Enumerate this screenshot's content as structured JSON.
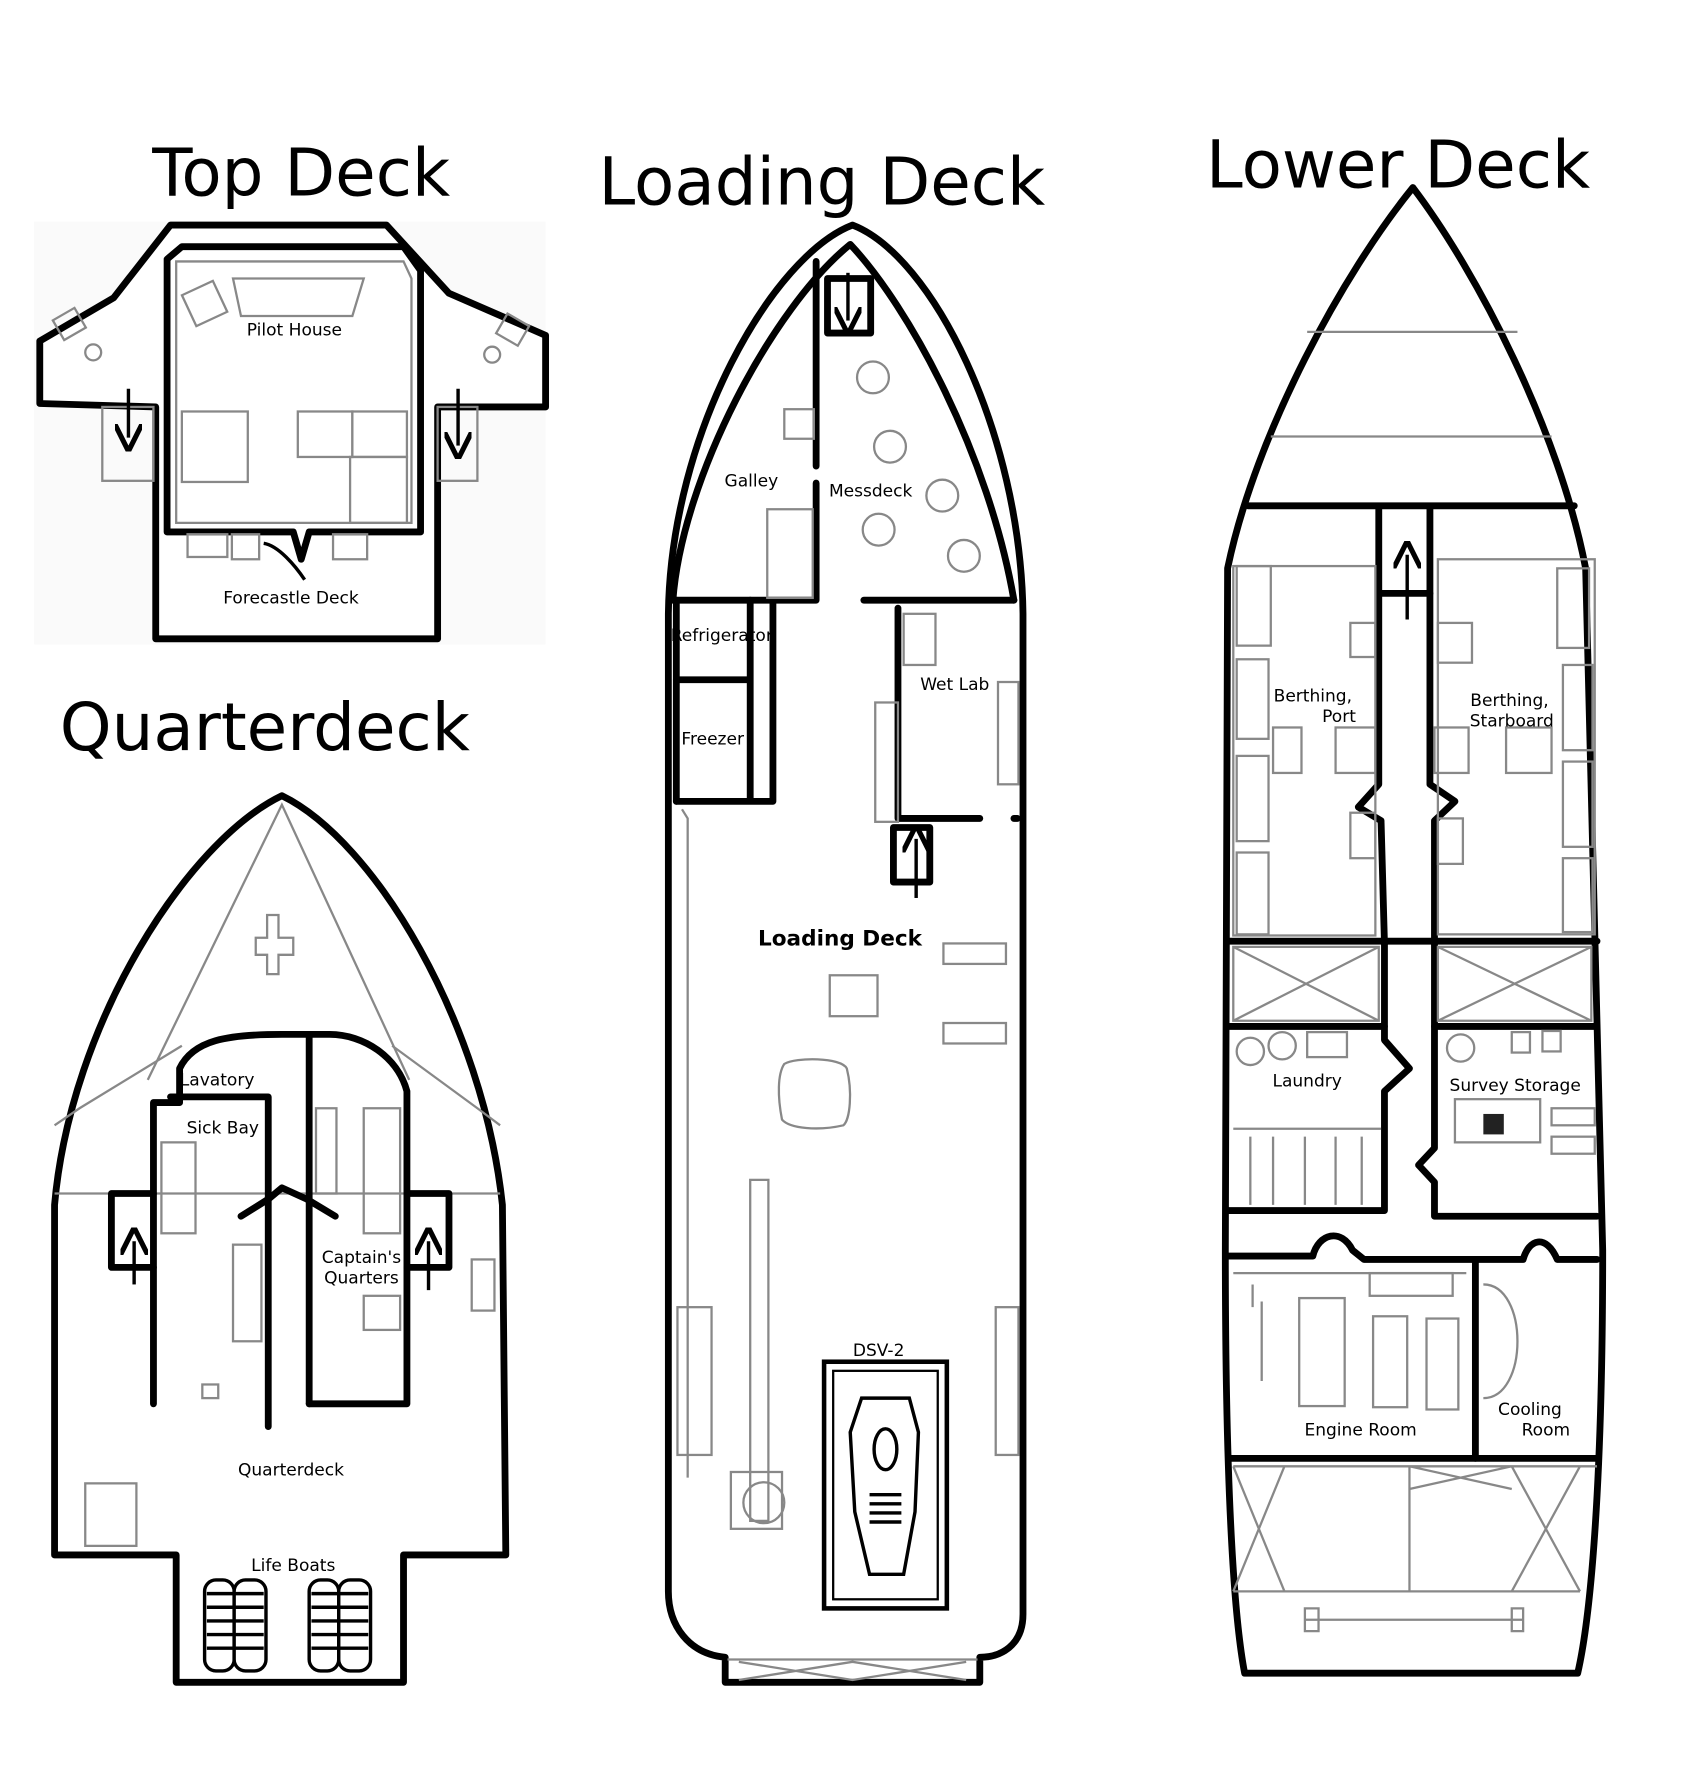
{
  "titles": {
    "top_deck": "Top Deck",
    "loading_deck": "Loading Deck",
    "lower_deck": "Lower Deck",
    "quarterdeck": "Quarterdeck"
  },
  "top_deck": {
    "rooms": [
      "Pilot House",
      "Forecastle Deck"
    ]
  },
  "quarterdeck": {
    "rooms": [
      "Lavatory",
      "Sick Bay",
      "Captain's",
      "Quarters",
      "Quarterdeck",
      "Life Boats"
    ]
  },
  "loading_deck": {
    "rooms": [
      "Galley",
      "Messdeck",
      "Refrigerator",
      "Freezer",
      "Wet Lab",
      "Loading Deck",
      "DSV-2"
    ]
  },
  "lower_deck": {
    "rooms": [
      "Berthing,",
      "Port",
      "Berthing,",
      "Starboard",
      "Laundry",
      "Survey Storage",
      "Engine Room",
      "Cooling",
      "Room"
    ]
  }
}
